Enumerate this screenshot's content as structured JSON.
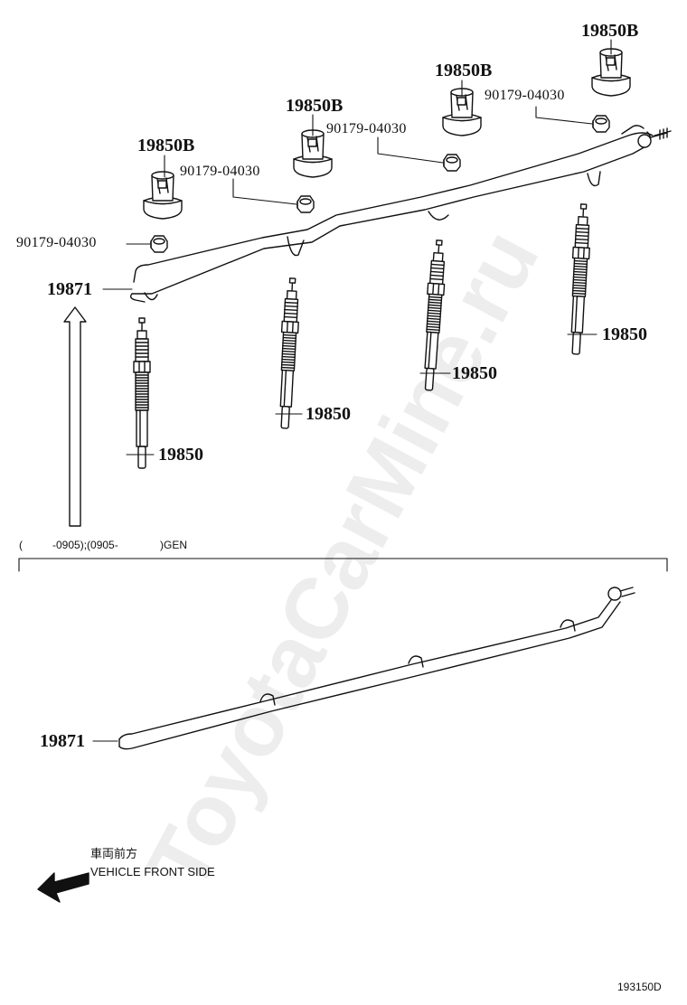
{
  "watermark": "ToyotaCarMine.ru",
  "colors": {
    "line": "#111111",
    "background": "#ffffff",
    "watermark": "#e9e9e9"
  },
  "labels": {
    "boot_1": "19850B",
    "boot_2": "19850B",
    "boot_3": "19850B",
    "boot_4": "19850B",
    "nut_1": "90179-04030",
    "nut_2": "90179-04030",
    "nut_3": "90179-04030",
    "nut_4": "90179-04030",
    "plug_1": "19850",
    "plug_2": "19850",
    "plug_3": "19850",
    "plug_4": "19850",
    "connector_upper": "19871",
    "connector_lower": "19871"
  },
  "date_note": {
    "open": "(",
    "code_a": "-0905);(0905-",
    "code_b": ")GEN"
  },
  "direction": {
    "japanese": "車両前方",
    "english": "VEHICLE FRONT SIDE"
  },
  "figure_id": "193150D"
}
